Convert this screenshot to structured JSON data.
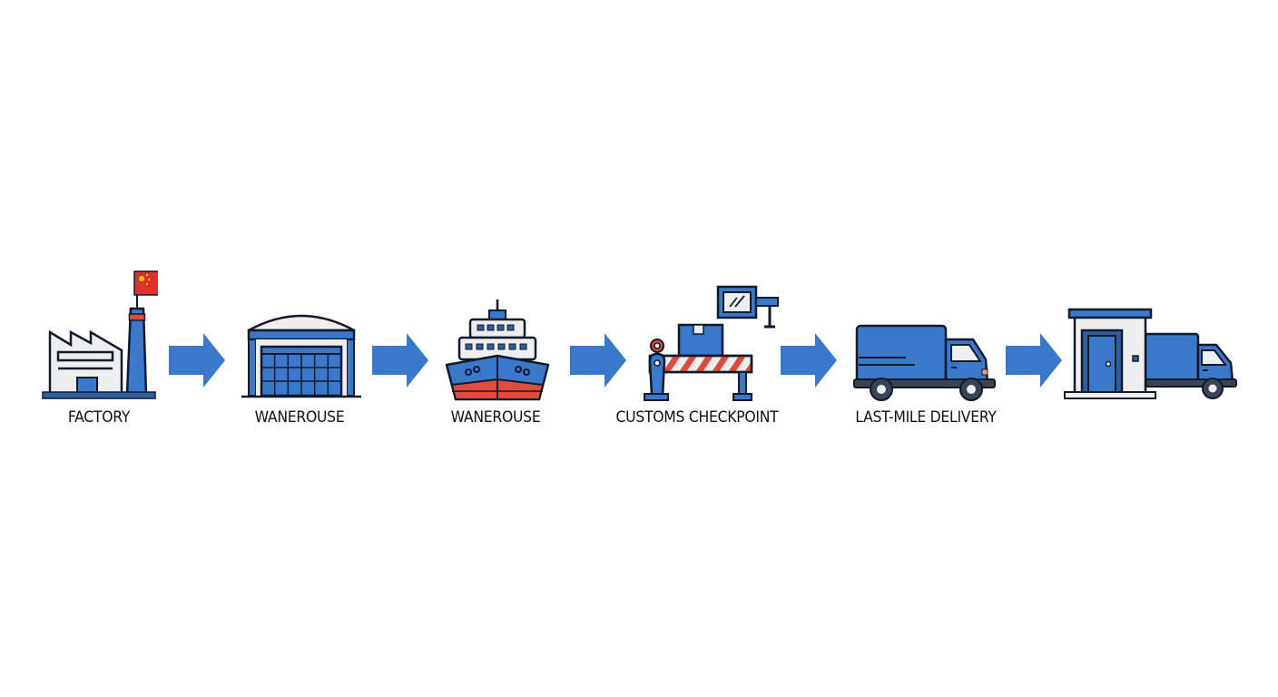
{
  "colors": {
    "blue": "#3a78cc",
    "dark_blue": "#2f5f9e",
    "outline": "#111a2b",
    "light_gray": "#eeeeee",
    "red": "#e04a3c",
    "flag_red": "#e0302a",
    "flag_star": "#f5c518"
  },
  "steps": [
    {
      "id": "factory",
      "label": "FACTORY",
      "icon": "factory-icon"
    },
    {
      "id": "warehouse",
      "label": "WANEROUSE",
      "icon": "warehouse-icon"
    },
    {
      "id": "ship",
      "label": "WANEROUSE",
      "icon": "cargo-ship-icon"
    },
    {
      "id": "customs",
      "label": "CUSTOMS CHECKPOINT",
      "icon": "customs-checkpoint-icon"
    },
    {
      "id": "last-mile",
      "label": "LAST-MILE DELIVERY",
      "icon": "delivery-truck-icon"
    },
    {
      "id": "destination",
      "label": "",
      "icon": "store-with-truck-icon"
    }
  ],
  "connectors": [
    {
      "from": "factory",
      "to": "warehouse",
      "icon": "arrow-right-icon"
    },
    {
      "from": "warehouse",
      "to": "ship",
      "icon": "arrow-right-icon"
    },
    {
      "from": "ship",
      "to": "customs",
      "icon": "arrow-right-icon"
    },
    {
      "from": "customs",
      "to": "last-mile",
      "icon": "arrow-right-icon"
    },
    {
      "from": "last-mile",
      "to": "destination",
      "icon": "arrow-right-icon"
    }
  ]
}
